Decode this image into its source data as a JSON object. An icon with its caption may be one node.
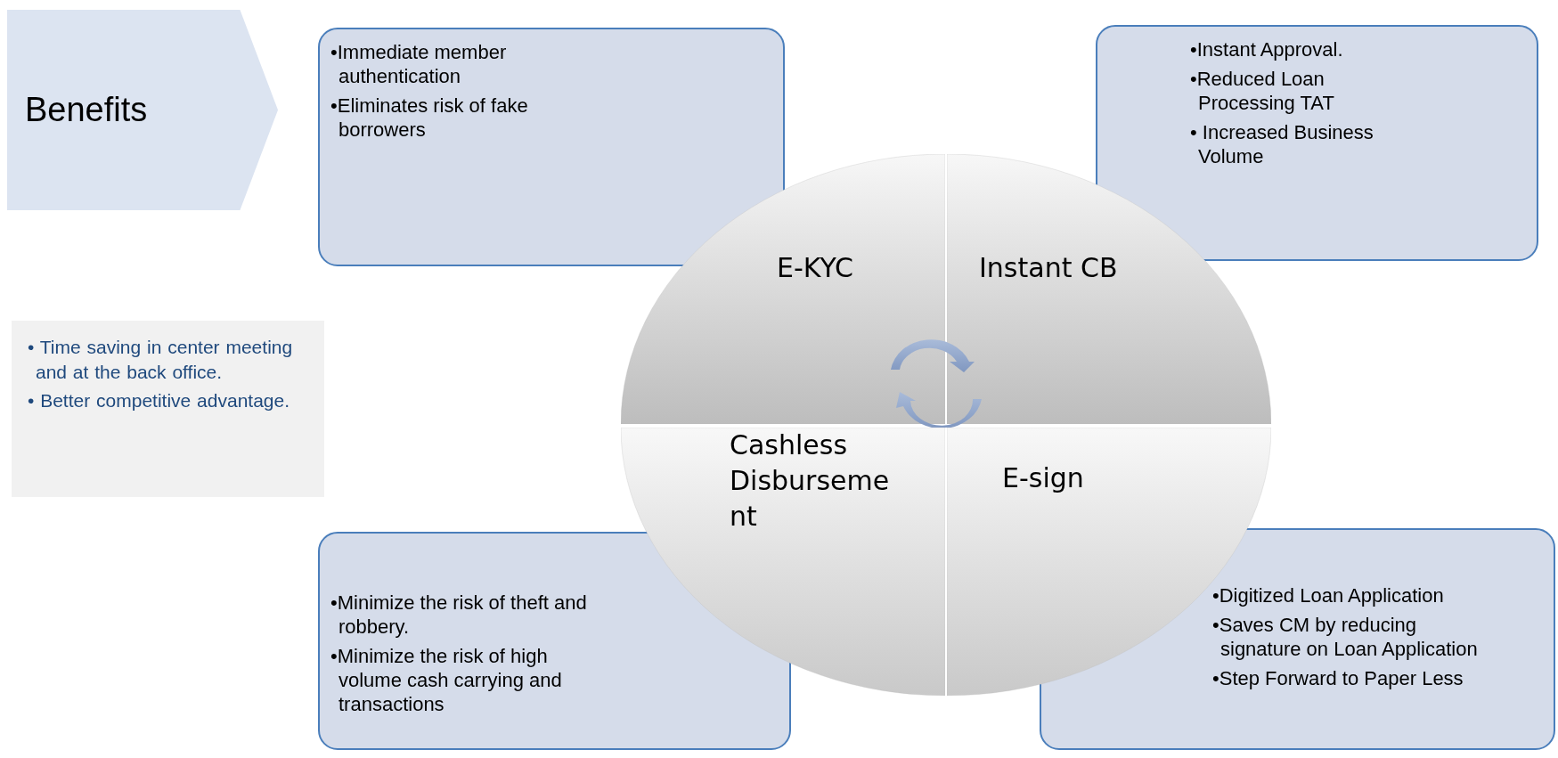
{
  "diagram": {
    "nodes": [
      {
        "text": [
          "Benefits"
        ]
      },
      {
        "text": [
          "•Immediate member authentication",
          "•Eliminates risk of fake borrowers"
        ]
      },
      {
        "text": [
          "•Instant Approval.",
          "•Reduced Loan Processing TAT",
          "• Increased Business Volume"
        ]
      },
      {
        "text": [
          "• Time saving in center meeting and at the back office.",
          "• Better competitive advantage."
        ]
      },
      {
        "text": [
          "•Minimize the risk of theft and robbery.",
          "•Minimize the risk of high volume cash carrying and transactions"
        ]
      },
      {
        "text": [
          "•Digitized Loan Application",
          "•Saves CM by reducing signature on Loan Application",
          "•Step Forward to Paper Less"
        ]
      },
      {
        "text": [
          "E-KYC"
        ]
      },
      {
        "text": [
          "Instant CB"
        ]
      },
      {
        "text": [
          "Cashless Disbursement"
        ]
      },
      {
        "text": [
          "E-sign"
        ]
      }
    ],
    "edges": []
  }
}
